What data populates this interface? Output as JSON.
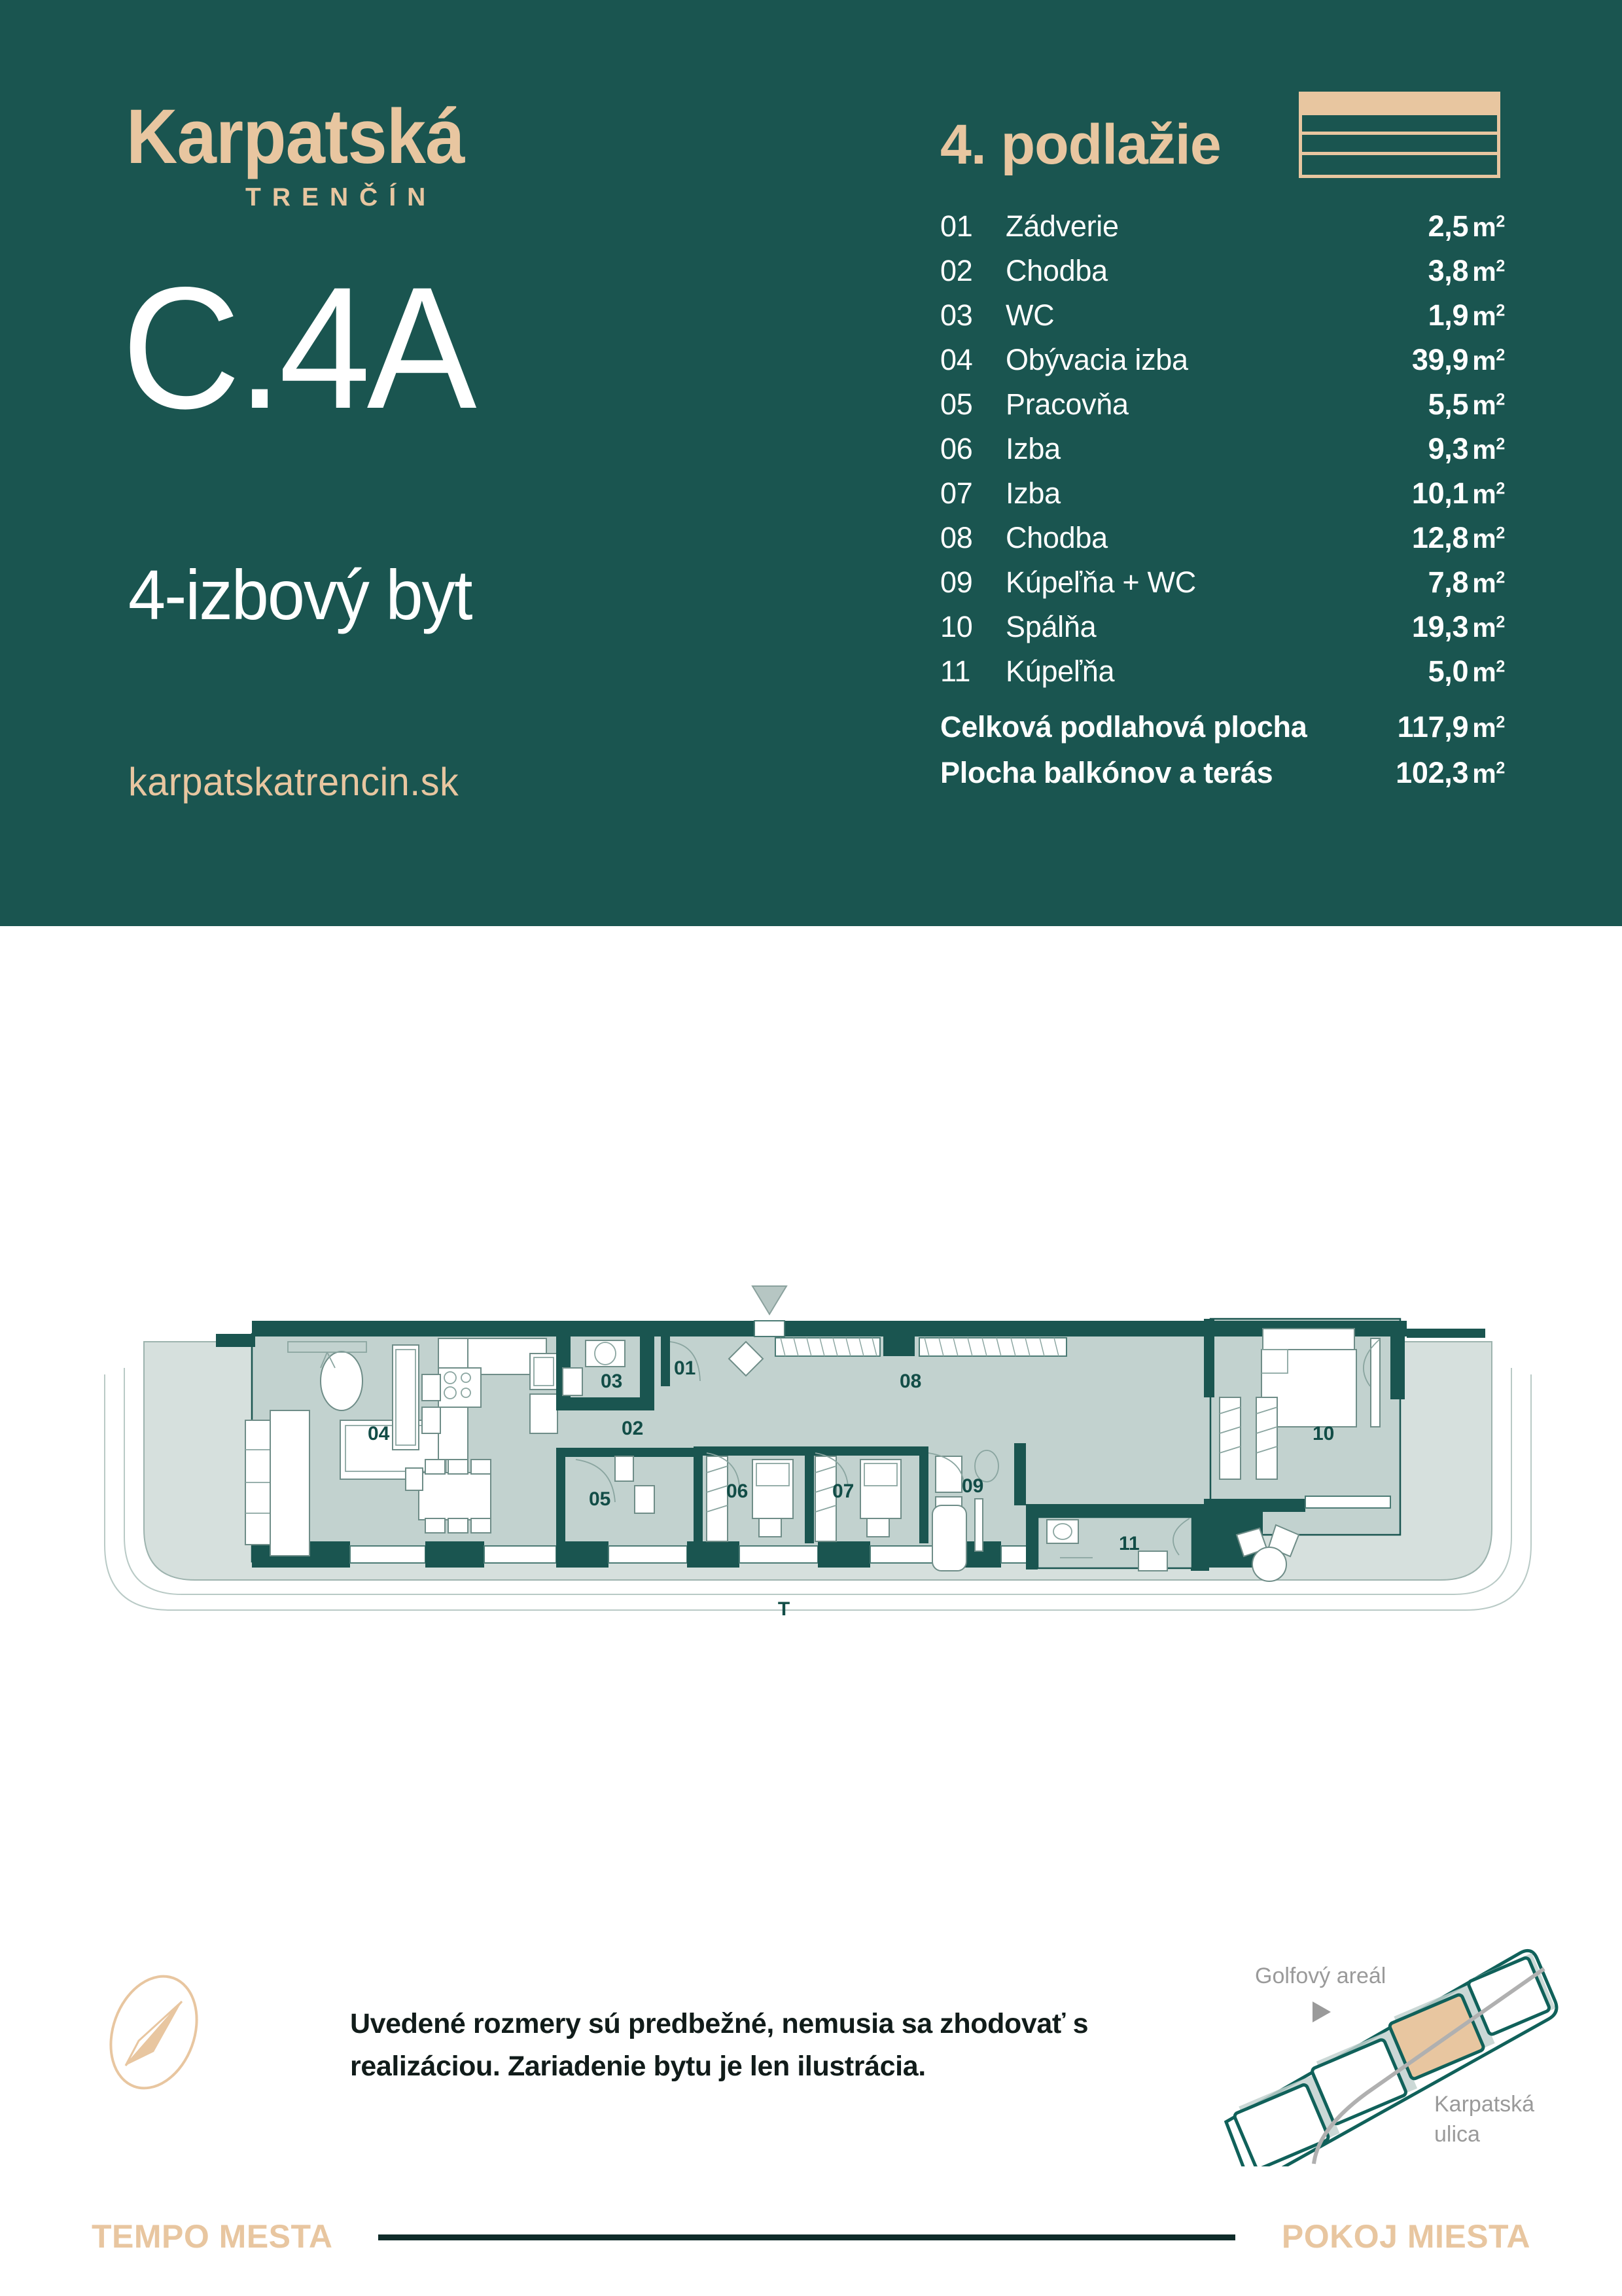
{
  "brand": {
    "name": "Karpatská",
    "city": "TRENČÍN",
    "website": "karpatskatrencin.sk",
    "accent_color": "#e8c6a0",
    "background_color": "#1a5550"
  },
  "unit": {
    "code": "C.4A",
    "type": "4-izbový byt"
  },
  "floor": {
    "title": "4. podlažie",
    "level": 4,
    "total_levels": 4
  },
  "rooms": [
    {
      "num": "01",
      "label": "Zádverie",
      "area": "2,5",
      "unit": "m²"
    },
    {
      "num": "02",
      "label": "Chodba",
      "area": "3,8",
      "unit": "m²"
    },
    {
      "num": "03",
      "label": "WC",
      "area": "1,9",
      "unit": "m²"
    },
    {
      "num": "04",
      "label": "Obývacia izba",
      "area": "39,9",
      "unit": "m²"
    },
    {
      "num": "05",
      "label": "Pracovňa",
      "area": "5,5",
      "unit": "m²"
    },
    {
      "num": "06",
      "label": "Izba",
      "area": "9,3",
      "unit": "m²"
    },
    {
      "num": "07",
      "label": "Izba",
      "area": "10,1",
      "unit": "m²"
    },
    {
      "num": "08",
      "label": "Chodba",
      "area": "12,8",
      "unit": "m²"
    },
    {
      "num": "09",
      "label": "Kúpeľňa + WC",
      "area": "7,8",
      "unit": "m²"
    },
    {
      "num": "10",
      "label": "Spálňa",
      "area": "19,3",
      "unit": "m²"
    },
    {
      "num": "11",
      "label": "Kúpeľňa",
      "area": "5,0",
      "unit": "m²"
    }
  ],
  "totals": [
    {
      "label": "Celková podlahová plocha",
      "area": "117,9",
      "unit": "m²"
    },
    {
      "label": "Plocha balkónov a terás",
      "area": "102,3",
      "unit": "m²"
    }
  ],
  "plan": {
    "terrace_label": "T",
    "room_markers": [
      "01",
      "02",
      "03",
      "04",
      "05",
      "06",
      "07",
      "08",
      "09",
      "10",
      "11"
    ],
    "entrance_marker": "entrance-arrow"
  },
  "disclaimer": "Uvedené rozmery sú predbežné, nemusia sa zhodovať s realizáciou. Zariadenie bytu je len ilustrácia.",
  "sitemap": {
    "golf_label": "Golfový areál",
    "street_label_line1": "Karpatská",
    "street_label_line2": "ulica",
    "highlight_color": "#e8c6a0"
  },
  "footer": {
    "left": "TEMPO MESTA",
    "right": "POKOJ MIESTA"
  }
}
